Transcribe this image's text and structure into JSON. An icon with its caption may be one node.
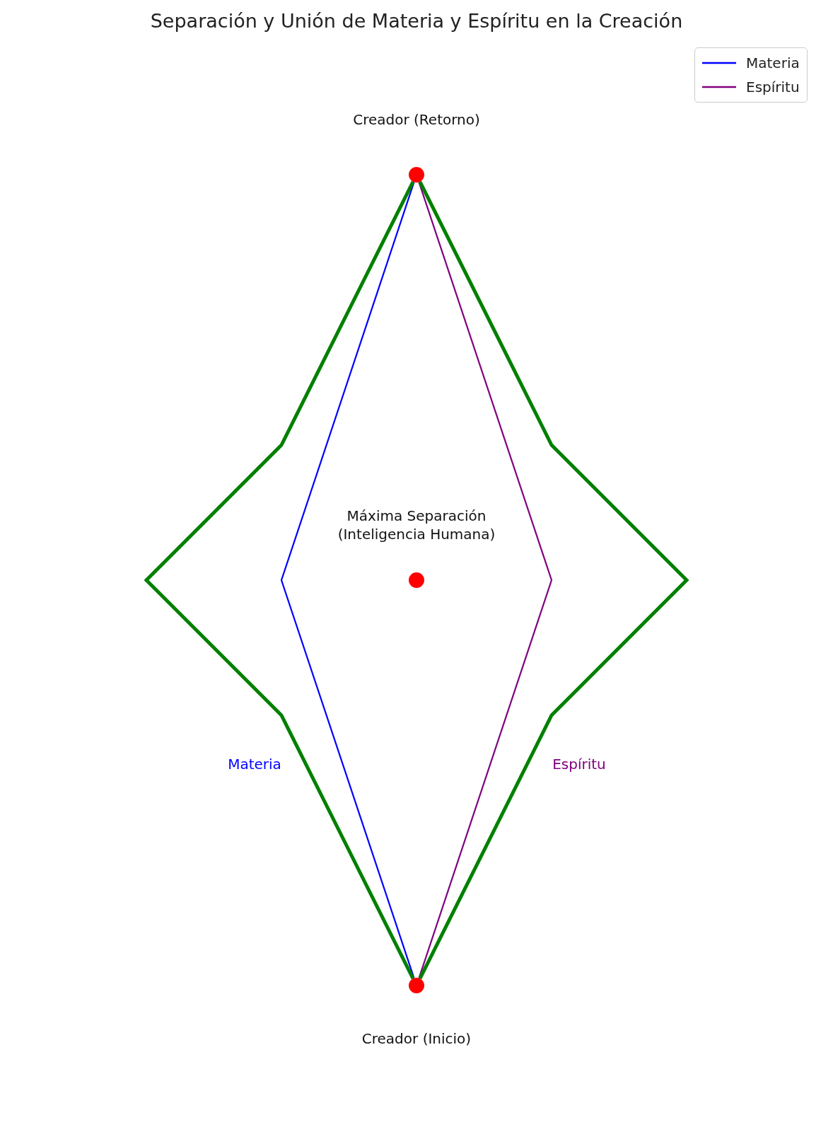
{
  "diagram": {
    "title": "Separación y Unión de Materia y Espíritu en la Creación",
    "nodes": [
      {
        "text": [],
        "shape": "circle",
        "beside": [
          "Creador (Retorno)"
        ]
      },
      {
        "text": [],
        "shape": "circle",
        "beside": [
          "Máxima Separación (Inteligencia Humana)"
        ]
      },
      {
        "text": [],
        "shape": "circle",
        "beside": [
          "Creador (Inicio)"
        ]
      }
    ],
    "edges": [
      {
        "from": 2,
        "to": 0,
        "arrow": "none",
        "color": "#0000ff"
      },
      {
        "from": 2,
        "to": 0,
        "arrow": "none",
        "color": "#800080"
      },
      {
        "from": 2,
        "to": 0,
        "arrow": "none",
        "style": "thick",
        "color": "#008000"
      },
      {
        "from": 2,
        "to": 0,
        "arrow": "none",
        "style": "thick",
        "color": "#008000"
      }
    ],
    "labels": [
      "Materia",
      "Espíritu"
    ],
    "legend": [
      {
        "text": "Materia"
      },
      {
        "text": "Espíritu"
      }
    ]
  }
}
